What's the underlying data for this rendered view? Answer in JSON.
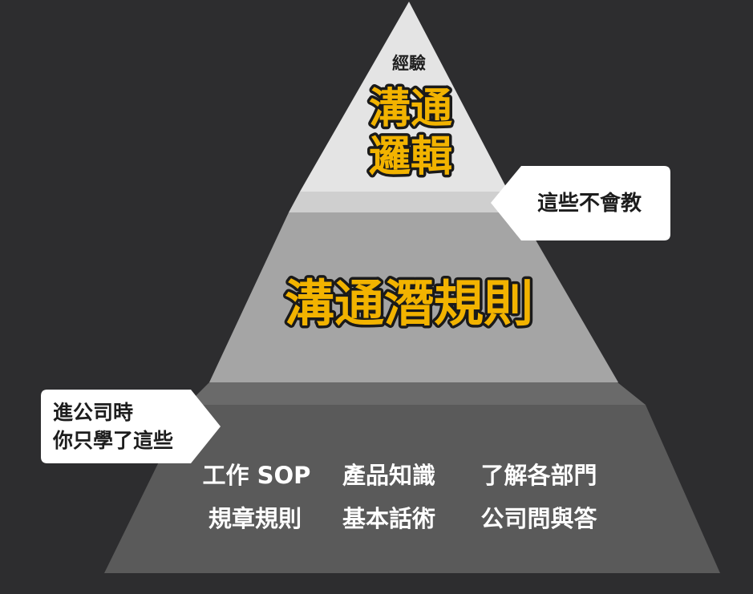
{
  "top_tier": {
    "caption": "經驗",
    "line1": "溝通",
    "line2": "邏輯"
  },
  "middle_tier": {
    "title": "溝通潛規則"
  },
  "base_tier": {
    "row1": [
      "工作 SOP",
      "產品知識",
      "了解各部門"
    ],
    "row2": [
      "規章規則",
      "基本話術",
      "公司問與答"
    ]
  },
  "callout_right": {
    "text": "這些不會教"
  },
  "callout_left": {
    "line1": "進公司時",
    "line2": "你只學了這些"
  },
  "colors": {
    "background": "#2d2d2f",
    "top_tier": "#e4e4e4",
    "middle_tier": "#a5a5a5",
    "base_tier": "#5a5a5a",
    "accent_gold": "#f2b300",
    "callout_bg": "#ffffff"
  }
}
